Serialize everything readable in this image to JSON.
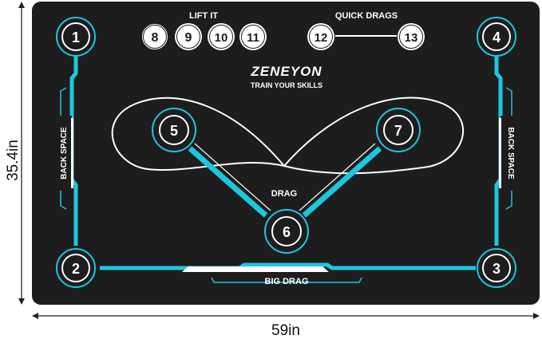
{
  "brand": {
    "name": "ZENEYON",
    "tagline": "TRAIN YOUR SKILLS"
  },
  "zones": {
    "lift_it": "LIFT IT",
    "quick_drags": "QUICK DRAGS",
    "drag": "DRAG",
    "big_drag": "BIG DRAG",
    "back_space_left": "BACK SPACE",
    "back_space_right": "BACK SPACE"
  },
  "targets": [
    "1",
    "2",
    "3",
    "4",
    "5",
    "6",
    "7",
    "8",
    "9",
    "10",
    "11",
    "12",
    "13"
  ],
  "dimensions": {
    "width": "59in",
    "height": "35.4in"
  },
  "colors": {
    "mat": "#1d1d1d",
    "accent": "#1cc7e0",
    "line": "#ffffff"
  }
}
